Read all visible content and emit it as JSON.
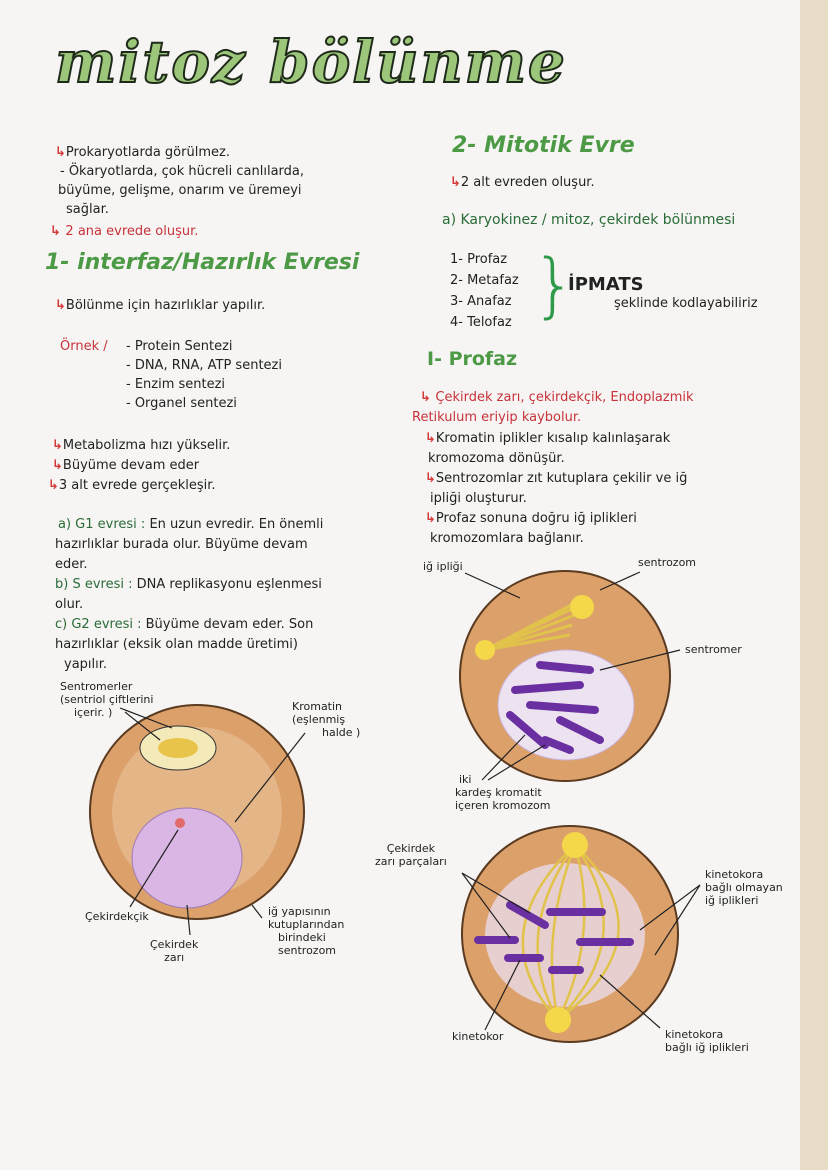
{
  "title": "mitoz bölünme",
  "left": {
    "intro": [
      "Prokaryotlarda görülmez.",
      "- Ökaryotlarda, çok hücreli canlılarda,",
      "büyüme, gelişme, onarım ve üremeyi",
      "sağlar.",
      "2 ana evrede oluşur."
    ],
    "interfaz_heading": "1- interfaz/Hazırlık Evresi",
    "interfaz_note": "Bölünme için hazırlıklar yapılır.",
    "ornek_label": "Örnek /",
    "ornek_items": [
      "- Protein Sentezi",
      "- DNA, RNA, ATP sentezi",
      "- Enzim sentezi",
      "- Organel sentezi"
    ],
    "bullets": [
      "Metabolizma hızı yükselir.",
      "Büyüme devam eder",
      "3 alt evrede gerçekleşir."
    ],
    "g1_label": "a) G1 evresi :",
    "g1_text": [
      "En uzun evredir. En önemli",
      "hazırlıklar burada olur. Büyüme devam",
      "eder."
    ],
    "s_label": "b) S evresi :",
    "s_text": [
      "DNA replikasyonu eşlenmesi",
      "olur."
    ],
    "g2_label": "c) G2 evresi :",
    "g2_text": [
      "Büyüme devam eder. Son",
      "hazırlıklar (eksik olan madde üretimi)",
      "yapılır."
    ],
    "diagram_labels": {
      "sentromerler": [
        "Sentromerler",
        "(sentriol çiftlerini",
        "içerir. )"
      ],
      "kromatin": [
        "Kromatin",
        "(eşlenmiş",
        "halde )"
      ],
      "cekirdekcik": "Çekirdekçik",
      "cekirdek_zari": [
        "Çekirdek",
        "zarı"
      ],
      "sentrozom": [
        "iğ yapısının",
        "kutuplarından",
        "birindeki",
        "sentrozom"
      ]
    }
  },
  "right": {
    "mitotik_heading": "2- Mitotik Evre",
    "mitotik_note": "2 alt evreden oluşur.",
    "karyokinez": "a) Karyokinez / mitoz, çekirdek bölünmesi",
    "phases": [
      "1- Profaz",
      "2- Metafaz",
      "3- Anafaz",
      "4- Telofaz"
    ],
    "mnemonic": "İPMATS",
    "mnemonic_note": "şeklinde kodlayabiliriz",
    "profaz_heading": "I- Profaz",
    "profaz_red": [
      "Çekirdek zarı, çekirdekçik, Endoplazmik",
      "Retikulum eriyip kaybolur."
    ],
    "profaz_points": [
      "Kromatin iplikler kısalıp kalınlaşarak",
      "kromozoma dönüşür.",
      "Sentrozomlar zıt kutuplara çekilir ve iğ",
      "ipliği oluşturur.",
      "Profaz sonuna doğru iğ iplikleri",
      "kromozomlara bağlanır."
    ],
    "diagram1": {
      "ig_ipligi": "iğ ipliği",
      "sentrozom": "sentrozom",
      "sentromer": "sentromer",
      "kromozom": [
        "iki",
        "kardeş kromatit",
        "içeren kromozom"
      ]
    },
    "diagram2": {
      "zar": [
        "Çekirdek",
        "zarı parçaları"
      ],
      "bagli_olmayan": [
        "kinetokora",
        "bağlı olmayan",
        "iğ iplikleri"
      ],
      "kinetokor": "kinetokor",
      "bagli": [
        "kinetokora",
        "bağlı iğ iplikleri"
      ]
    }
  },
  "colors": {
    "green": "#4c9a45",
    "red": "#c8323a",
    "cell": "#d99a5e",
    "chromosome": "#6a2fa0"
  }
}
